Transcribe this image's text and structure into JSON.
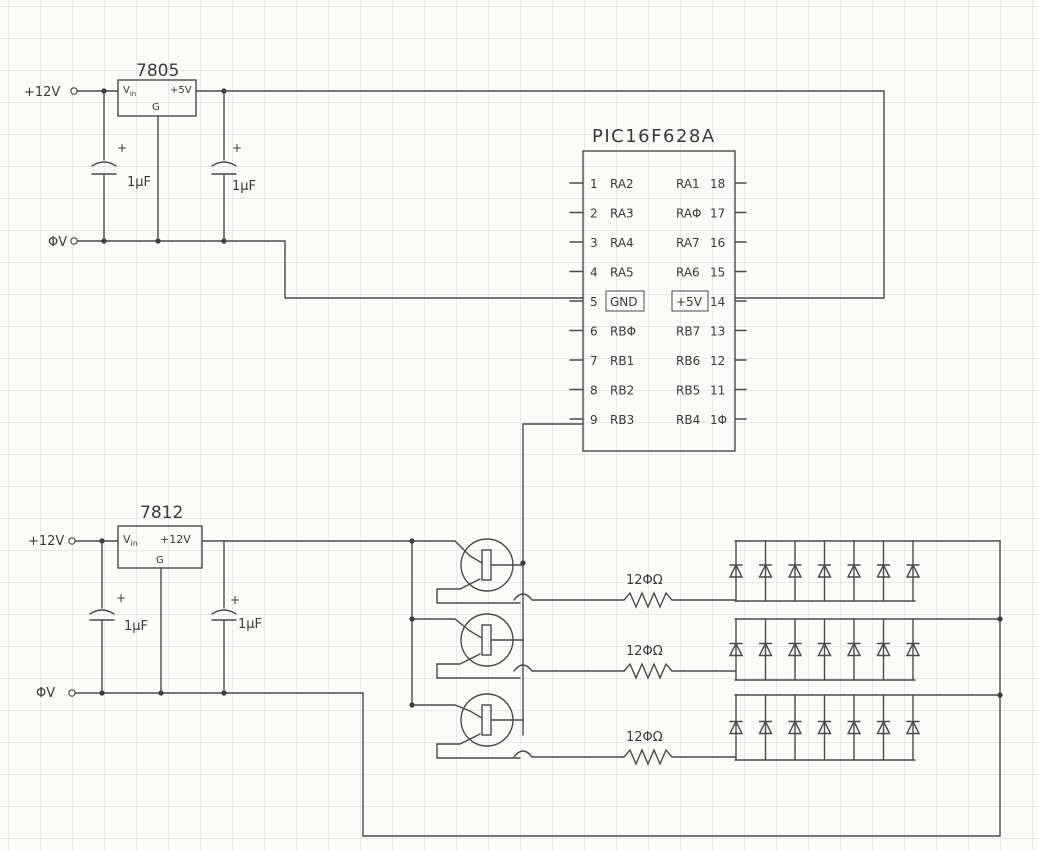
{
  "regulator_5v": {
    "part": "7805",
    "pin_in": "V",
    "pin_in_sub": "in",
    "pin_gnd": "G",
    "pin_out": "+5V",
    "input_label": "+12V",
    "ground_label": "ΦV",
    "cap_in_label": "1μF",
    "cap_out_label": "1μF",
    "cap_polarity": "+"
  },
  "microcontroller": {
    "part": "PIC16F628A",
    "left_pins": [
      {
        "num": "1",
        "name": "RA2"
      },
      {
        "num": "2",
        "name": "RA3"
      },
      {
        "num": "3",
        "name": "RA4"
      },
      {
        "num": "4",
        "name": "RA5"
      },
      {
        "num": "5",
        "name": "GND"
      },
      {
        "num": "6",
        "name": "RBΦ"
      },
      {
        "num": "7",
        "name": "RB1"
      },
      {
        "num": "8",
        "name": "RB2"
      },
      {
        "num": "9",
        "name": "RB3"
      }
    ],
    "right_pins": [
      {
        "num": "18",
        "name": "RA1"
      },
      {
        "num": "17",
        "name": "RAΦ"
      },
      {
        "num": "16",
        "name": "RA7"
      },
      {
        "num": "15",
        "name": "RA6"
      },
      {
        "num": "14",
        "name": "+5V"
      },
      {
        "num": "13",
        "name": "RB7"
      },
      {
        "num": "12",
        "name": "RB6"
      },
      {
        "num": "11",
        "name": "RB5"
      },
      {
        "num": "1Φ",
        "name": "RB4"
      }
    ]
  },
  "regulator_12v": {
    "part": "7812",
    "pin_in": "V",
    "pin_in_sub": "in",
    "pin_gnd": "G",
    "pin_out": "+12V",
    "input_label": "+12V",
    "ground_label": "ΦV",
    "cap_in_label": "1μF",
    "cap_out_label": "1μF",
    "cap_polarity": "+"
  },
  "led_strings": {
    "resistor_label": "12ΦΩ",
    "leds_per_string": 7,
    "string_count": 3
  }
}
